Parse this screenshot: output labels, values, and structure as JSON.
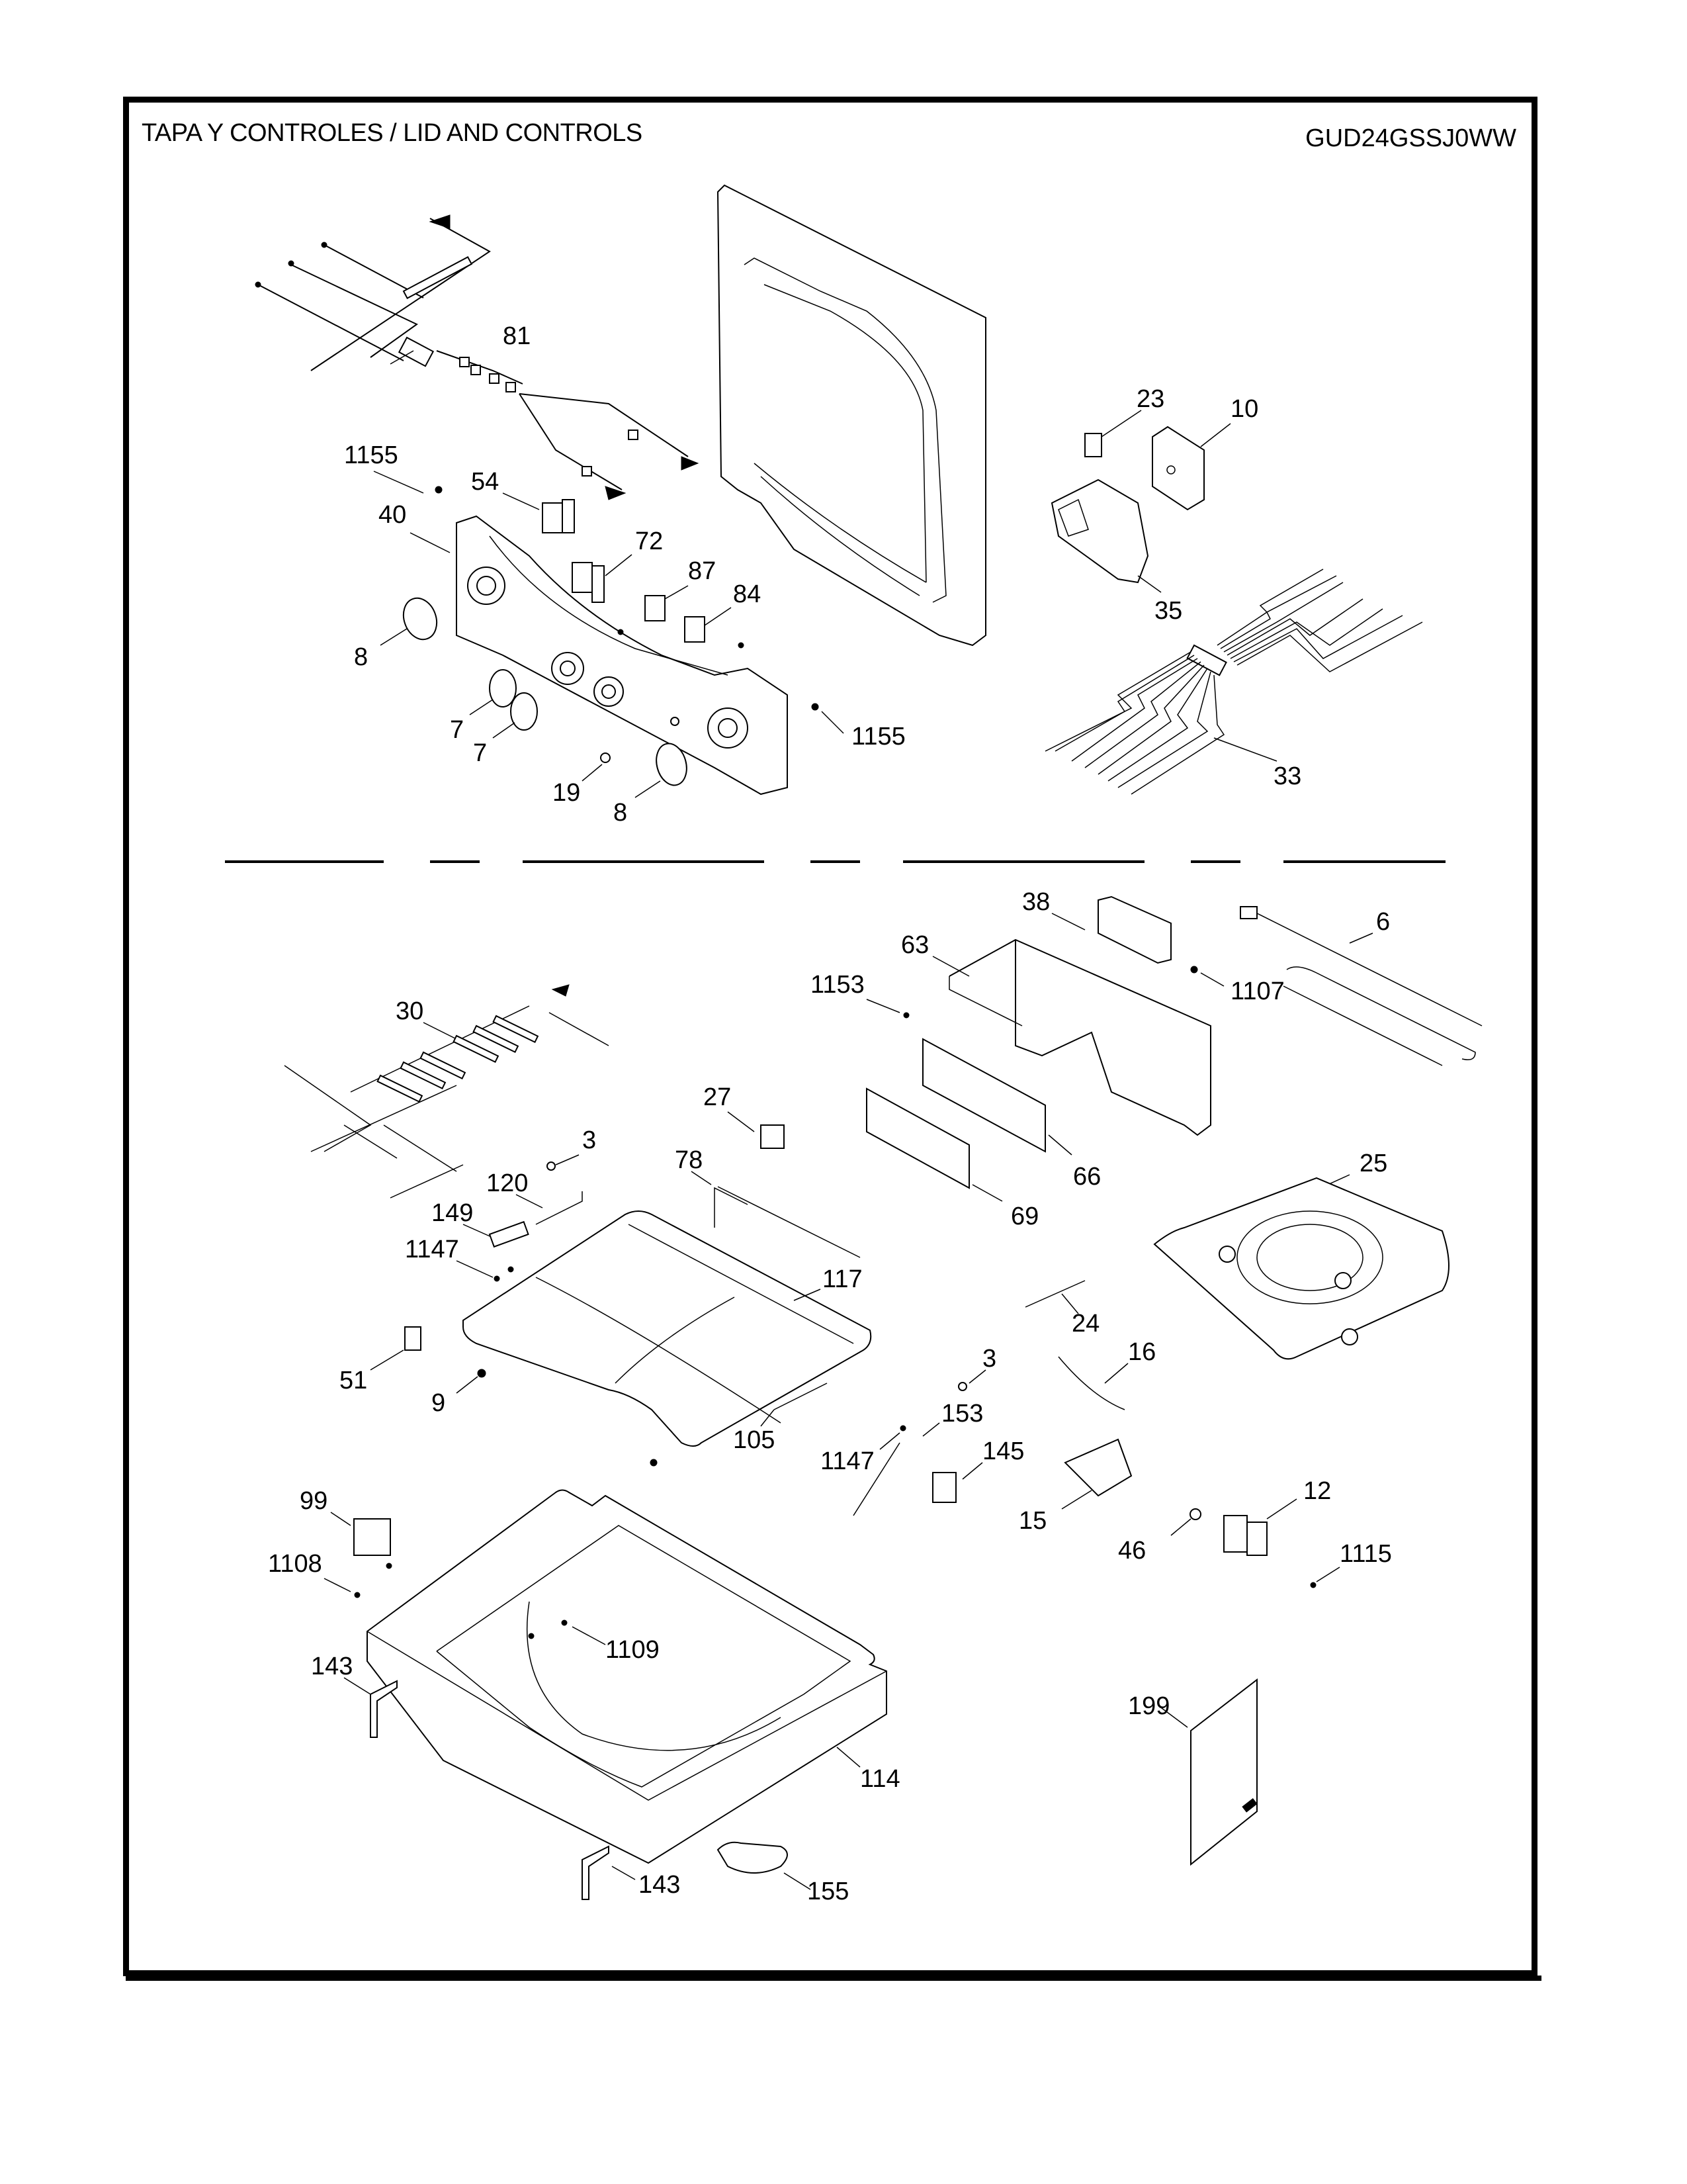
{
  "header": {
    "title": "TAPA Y  CONTROLES / LID AND CONTROLS",
    "model": "GUD24GSSJ0WW"
  },
  "sections": {
    "upper": {
      "callouts": [
        "81",
        "1155",
        "54",
        "40",
        "72",
        "87",
        "84",
        "8",
        "7",
        "7",
        "19",
        "8",
        "1155",
        "23",
        "10",
        "35",
        "33"
      ]
    },
    "lower": {
      "callouts": [
        "38",
        "63",
        "6",
        "1153",
        "1107",
        "30",
        "27",
        "3",
        "78",
        "120",
        "66",
        "25",
        "149",
        "69",
        "1147",
        "117",
        "24",
        "51",
        "9",
        "3",
        "16",
        "105",
        "153",
        "1147",
        "145",
        "99",
        "15",
        "12",
        "46",
        "1108",
        "1115",
        "1109",
        "143",
        "199",
        "114",
        "143",
        "155"
      ]
    }
  },
  "labels": {
    "l81": "81",
    "l1155a": "1155",
    "l54": "54",
    "l40": "40",
    "l72": "72",
    "l87": "87",
    "l84": "84",
    "l8a": "8",
    "l7a": "7",
    "l7b": "7",
    "l19": "19",
    "l8b": "8",
    "l1155b": "1155",
    "l23": "23",
    "l10": "10",
    "l35": "35",
    "l33": "33",
    "l38": "38",
    "l63": "63",
    "l6": "6",
    "l1153": "1153",
    "l1107": "1107",
    "l30": "30",
    "l27": "27",
    "l3a": "3",
    "l78": "78",
    "l120": "120",
    "l66": "66",
    "l25": "25",
    "l149": "149",
    "l69": "69",
    "l1147a": "1147",
    "l117": "117",
    "l24": "24",
    "l51": "51",
    "l9": "9",
    "l3b": "3",
    "l16": "16",
    "l105": "105",
    "l153": "153",
    "l1147b": "1147",
    "l145": "145",
    "l99": "99",
    "l15": "15",
    "l12": "12",
    "l46": "46",
    "l1108": "1108",
    "l1115": "1115",
    "l1109": "1109",
    "l143a": "143",
    "l199": "199",
    "l114": "114",
    "l143b": "143",
    "l155": "155"
  }
}
